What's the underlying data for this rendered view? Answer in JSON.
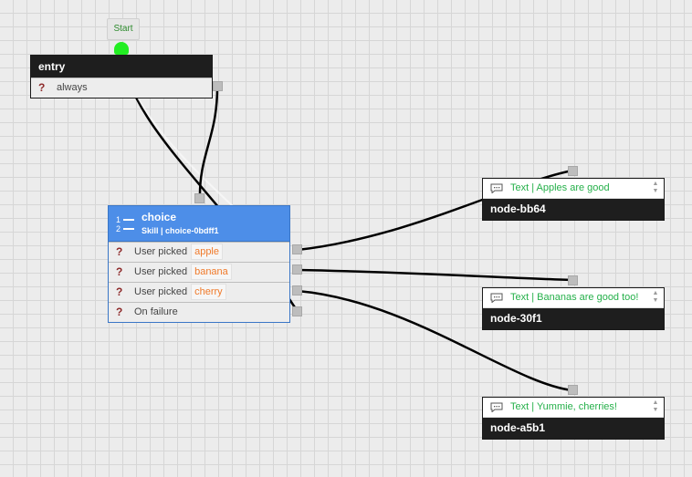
{
  "start": {
    "label": "Start"
  },
  "entry": {
    "title": "entry",
    "rows": [
      {
        "label": "always"
      }
    ]
  },
  "choice": {
    "title": "choice",
    "subtitle": "Skill | choice-0bdff1",
    "list_icon_numbers": [
      "1",
      "2"
    ],
    "rows": [
      {
        "label": "User picked",
        "tag": "apple"
      },
      {
        "label": "User picked",
        "tag": "banana"
      },
      {
        "label": "User picked",
        "tag": "cherry"
      },
      {
        "label": "On failure",
        "tag": ""
      }
    ]
  },
  "text_nodes": [
    {
      "text": "Text | Apples are good",
      "title": "node-bb64"
    },
    {
      "text": "Text | Bananas are good too!",
      "title": "node-30f1"
    },
    {
      "text": "Text | Yummie, cherries!",
      "title": "node-a5b1"
    }
  ],
  "icons": {
    "condition": "question-mark-icon",
    "text": "chat-bubble-icon",
    "list": "numbered-list-icon"
  },
  "colors": {
    "skill_header": "#4d8ee8",
    "node_header": "#1e1e1e",
    "start_dot": "#22ee22",
    "text_content": "#25b04a",
    "tag_text": "#f07a2a",
    "question_icon": "#8e2b2b"
  }
}
